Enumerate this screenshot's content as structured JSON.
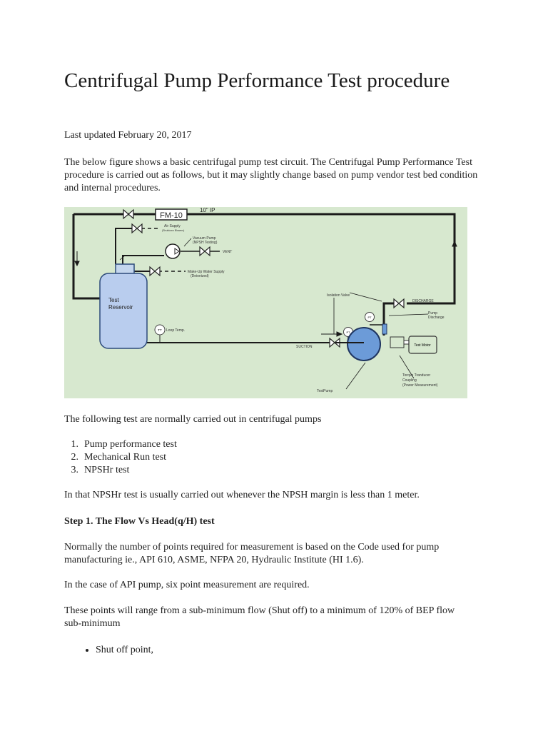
{
  "title": "Centrifugal Pump Performance Test procedure",
  "last_updated": "Last updated February 20, 2017",
  "intro": "The below figure shows a basic centrifugal pump test circuit. The Centrifugal Pump Performance Test procedure is carried out as follows, but it may slightly change based on pump vendor test bed condition and internal procedures.",
  "diagram": {
    "background": "#d7e8cf",
    "flowmeter": "FM-10",
    "pipe_size": "10\" IP",
    "air_supply": "Air Supply",
    "air_supply_sub": "(Shutdown Blowers)",
    "vacuum_pump": "Vacuum Pump",
    "vacuum_pump_sub": "(NPSH Testing)",
    "vent": "VENT",
    "makeup": "Make-Up Water Supply",
    "makeup_sub": "(Deionized)",
    "reservoir_1": "Test",
    "reservoir_2": "Reservoir",
    "tt": "TT",
    "loop_temp": "Loop Temp.",
    "suction": "SUCTION",
    "isolation_valve": "Isolation Valve",
    "discharge": "DISCHARGE",
    "pt": "PT",
    "pump_discharge_1": "Pump",
    "pump_discharge_2": "Discharge",
    "test_motor": "Test Motor",
    "torque_1": "Torque Tranducer",
    "torque_2": "Coupling",
    "torque_3": "(Power Measurement)",
    "test_pump": "TestPump"
  },
  "following": "The following test are normally carried out in centrifugal pumps",
  "tests": [
    {
      "num": "1.",
      "label": "Pump performance test"
    },
    {
      "num": "2.",
      "label": "Mechanical Run test"
    },
    {
      "num": "3.",
      "label": "NPSHr test"
    }
  ],
  "npshr_note": "In that NPSHr test is usually carried out whenever the NPSH margin is less than 1 meter.",
  "step1_heading": "Step 1. The Flow Vs Head(q/H) test",
  "step1_p1": "Normally the number of points required for measurement is based on the Code used for pump manufacturing ie., API 610, ASME, NFPA 20, Hydraulic Institute (HI 1.6).",
  "step1_p2": "In the case of API pump, six point measurement are required.",
  "step1_p3": "These points will range from a sub-minimum flow (Shut off) to a minimum of 120% of BEP flow sub-minimum",
  "bullets": [
    "Shut off point,"
  ]
}
